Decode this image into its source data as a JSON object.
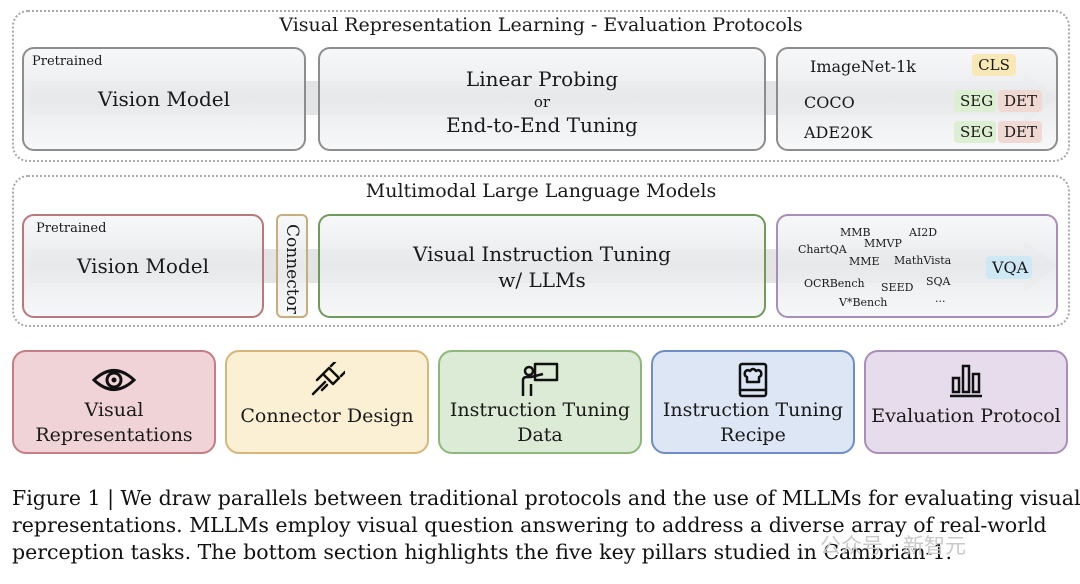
{
  "section1": {
    "title": "Visual Representation Learning - Evaluation Protocols",
    "vision_box": {
      "tag": "Pretrained",
      "label": "Vision Model"
    },
    "probe_box": {
      "line1": "Linear Probing",
      "line2": "or",
      "line3": "End-to-End Tuning"
    },
    "datasets": [
      {
        "name": "ImageNet-1k",
        "tasks": [
          "CLS"
        ]
      },
      {
        "name": "COCO",
        "tasks": [
          "SEG",
          "DET"
        ]
      },
      {
        "name": "ADE20K",
        "tasks": [
          "SEG",
          "DET"
        ]
      }
    ]
  },
  "section2": {
    "title": "Multimodal Large Language Models",
    "vision_box": {
      "tag": "Pretrained",
      "label": "Vision Model"
    },
    "connector": "Connector",
    "tuning_box": {
      "line1": "Visual Instruction Tuning",
      "line2": "w/ LLMs"
    },
    "benchmarks": [
      "MMB",
      "AI2D",
      "ChartQA",
      "MMVP",
      "MME",
      "MathVista",
      "OCRBench",
      "SEED",
      "SQA",
      "V*Bench",
      "..."
    ],
    "output": "VQA"
  },
  "pillars": [
    {
      "icon": "eye-icon",
      "line1": "Visual",
      "line2": "Representations"
    },
    {
      "icon": "plug-icon",
      "line1": "Connector Design",
      "line2": ""
    },
    {
      "icon": "presenter-icon",
      "line1": "Instruction Tuning",
      "line2": "Data"
    },
    {
      "icon": "recipe-book-icon",
      "line1": "Instruction Tuning",
      "line2": "Recipe"
    },
    {
      "icon": "bar-chart-icon",
      "line1": "Evaluation Protocol",
      "line2": ""
    }
  ],
  "caption": {
    "line1": "Figure 1 | We draw parallels between traditional protocols and the use of MLLMs for evaluating visual",
    "line2": "representations. MLLMs employ visual question answering to address a diverse array of real-world",
    "line3": "perception tasks. The bottom section highlights the five key pillars studied in Cambrian-1."
  },
  "watermark": "公众号 · 新智元",
  "colors": {
    "cls": "#f7e8b5",
    "seg": "#dcefd3",
    "det": "#f1d9d3",
    "vqa": "#cfe8f6",
    "pillar_red": "#efd3d6",
    "pillar_gold": "#fbf0d3",
    "pillar_green": "#dcebd5",
    "pillar_blue": "#dce6f4",
    "pillar_purple": "#e7dcec"
  }
}
